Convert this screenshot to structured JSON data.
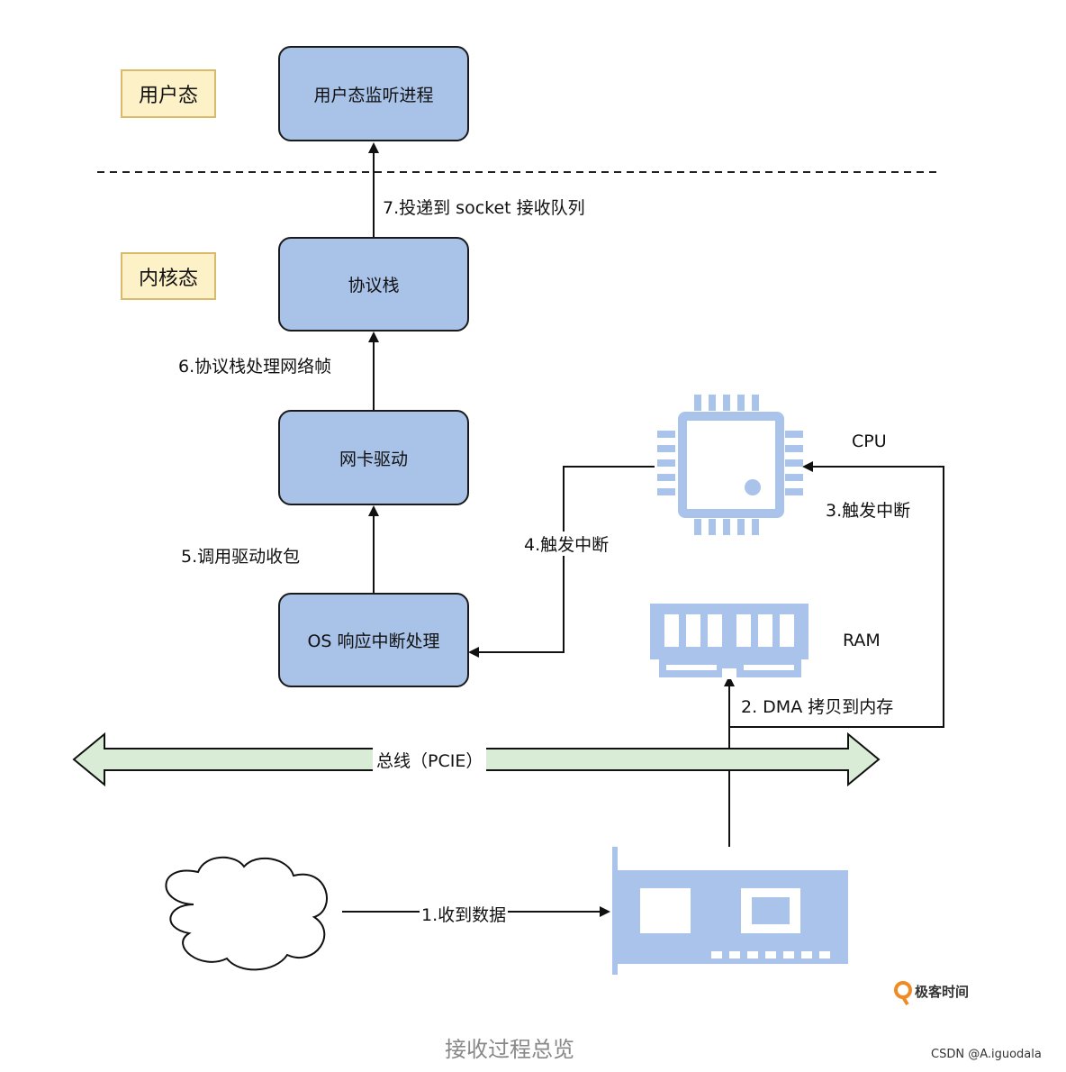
{
  "levels": {
    "user": "用户态",
    "kernel": "内核态"
  },
  "boxes": {
    "user_listener": "用户态监听进程",
    "protocol_stack": "协议栈",
    "nic_driver": "网卡驱动",
    "os_interrupt": "OS 响应中断处理"
  },
  "steps": {
    "s1": "1.收到数据",
    "s2": "2. DMA 拷贝到内存",
    "s3": "3.触发中断",
    "s4": "4.触发中断",
    "s5": "5.调用驱动收包",
    "s6": "6.协议栈处理网络帧",
    "s7": "7.投递到 socket 接收队列"
  },
  "components": {
    "cpu": "CPU",
    "ram": "RAM",
    "bus": "总线（PCIE）"
  },
  "icons": [
    "cloud-icon",
    "cpu-chip-icon",
    "ram-module-icon",
    "network-card-icon"
  ],
  "colors": {
    "process_fill": "#a8c2e8",
    "level_fill": "#fdf1c7",
    "bus_fill": "#d8ecd6",
    "hardware_icon": "#a9c3ea"
  },
  "brand": "极客时间",
  "caption": "接收过程总览",
  "credit": "CSDN @A.iguodala"
}
